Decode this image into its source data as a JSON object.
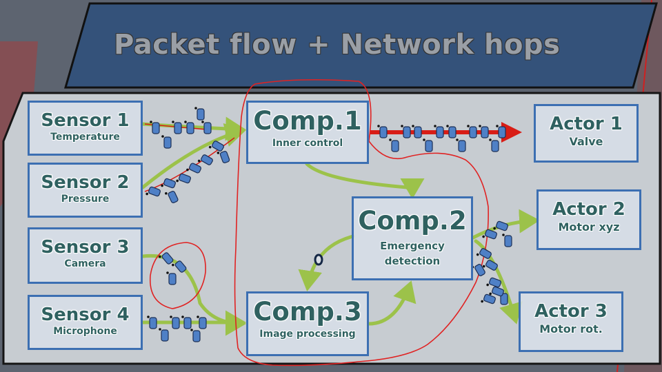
{
  "title": "Packet flow + Network hops",
  "sensors": [
    {
      "name": "Sensor 1",
      "sub": "Temperature"
    },
    {
      "name": "Sensor 2",
      "sub": "Pressure"
    },
    {
      "name": "Sensor 3",
      "sub": "Camera"
    },
    {
      "name": "Sensor 4",
      "sub": "Microphone"
    }
  ],
  "comps": [
    {
      "name": "Comp.1",
      "sub": "Inner control"
    },
    {
      "name": "Comp.2",
      "sub": "Emergency detection"
    },
    {
      "name": "Comp.3",
      "sub": "Image processing"
    }
  ],
  "actors": [
    {
      "name": "Actor 1",
      "sub": "Valve"
    },
    {
      "name": "Actor 2",
      "sub": "Motor xyz"
    },
    {
      "name": "Actor 3",
      "sub": "Motor rot."
    }
  ],
  "colors": {
    "box_border": "#3c6fb2",
    "label_text": "#2f6160",
    "flow_arrow": "#9cc24a",
    "highlight_arrow": "#d81d16",
    "annotation": "#e02222",
    "packet": "#4f80c6"
  }
}
